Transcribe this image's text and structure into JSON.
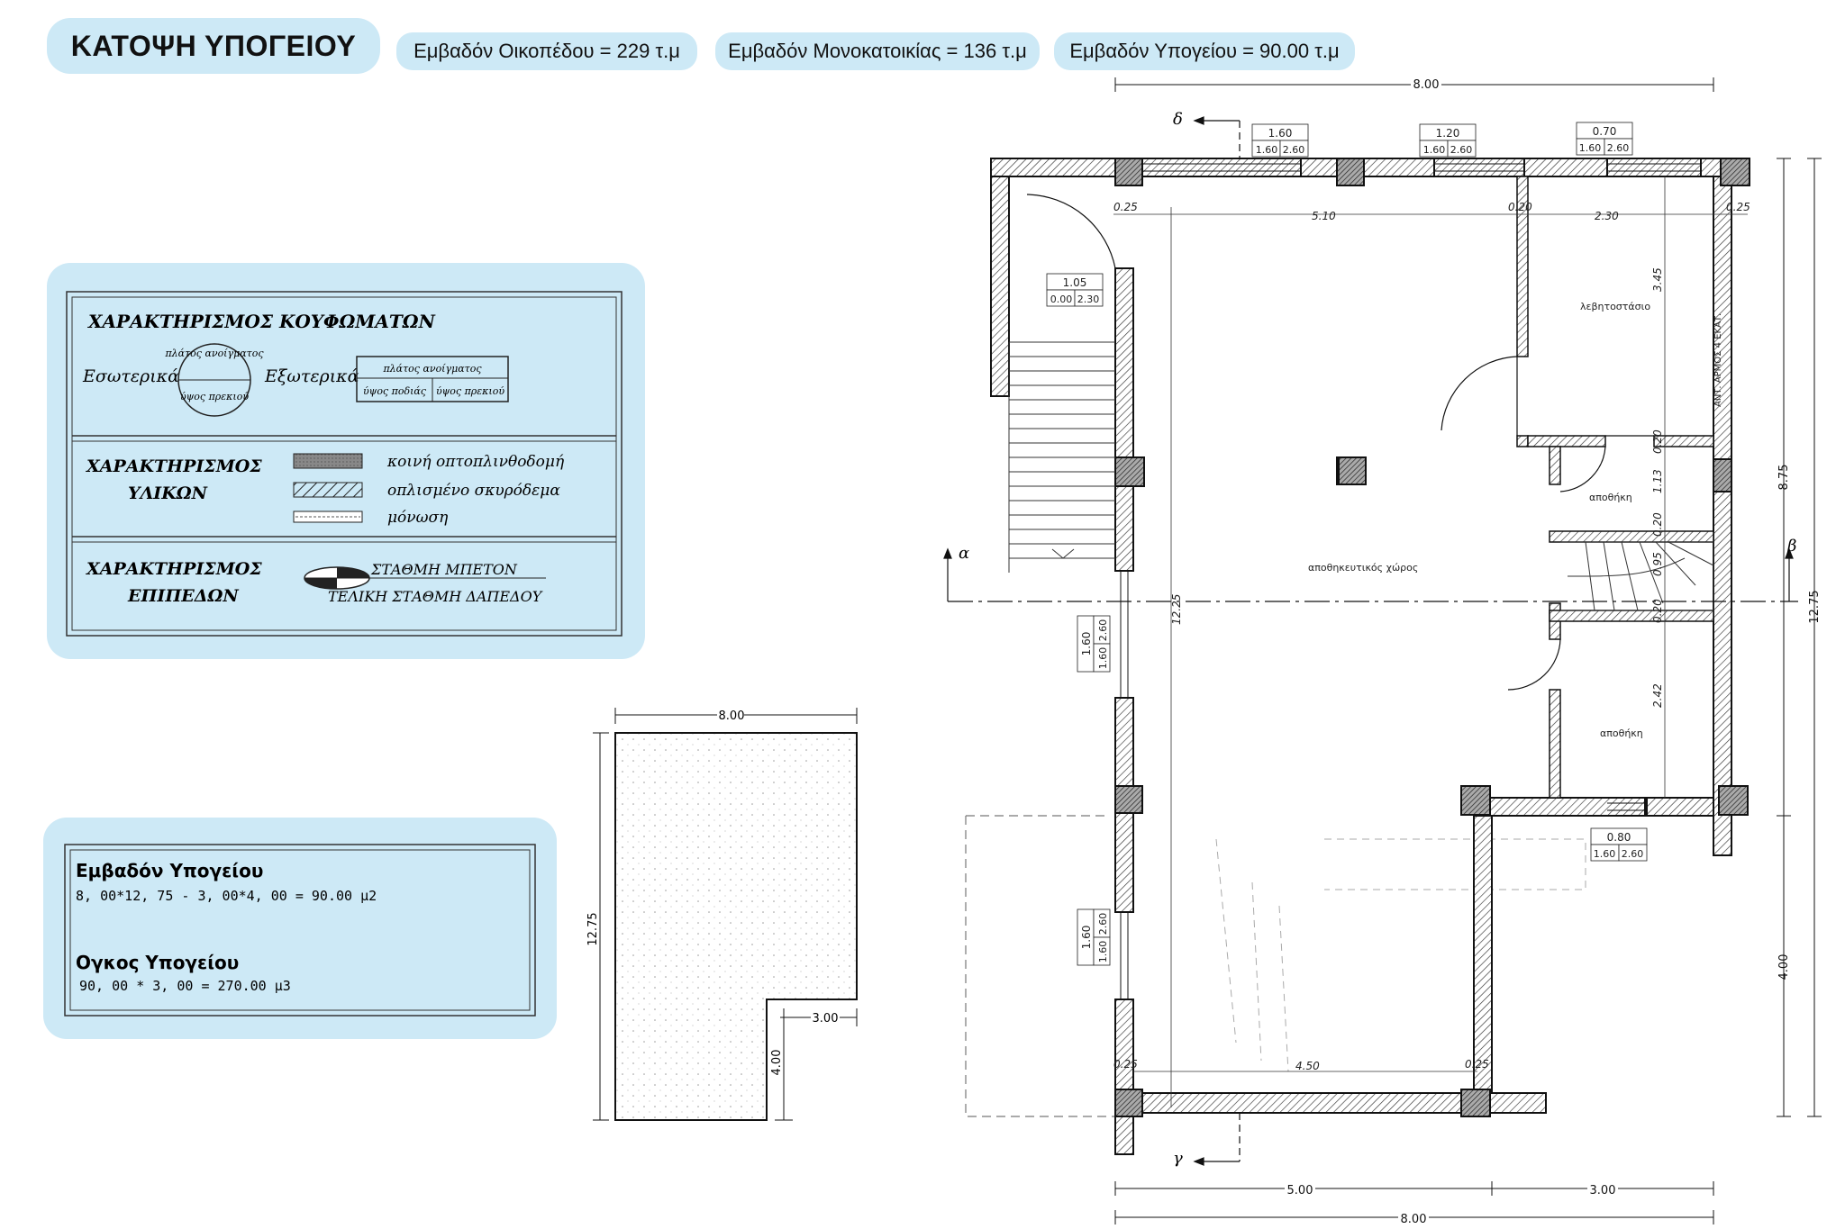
{
  "header": {
    "title": "ΚΑΤΟΨΗ ΥΠΟΓΕΙΟΥ",
    "plot_area": "Εμβαδόν Οικοπέδου = 229 τ.μ",
    "house_area": "Εμβαδόν Μονοκατοικίας = 136 τ.μ",
    "basement_area": "Εμβαδόν Υπογείου = 90.00 τ.μ"
  },
  "legend": {
    "openings": {
      "title": "ΧΑΡΑΚΤΗΡΙΣΜΟΣ ΚΟΥΦΩΜΑΤΩΝ",
      "inner_label": "Εσωτερικά",
      "outer_label": "Εξωτερικά",
      "circle_top": "πλάτος ανοίγματος",
      "circle_bottom": "ύψος πρεκιού",
      "table_top": "πλάτος ανοίγματος",
      "table_left": "ύψος ποδιάς",
      "table_right": "ύψος πρεκιού"
    },
    "materials": {
      "title_line1": "ΧΑΡΑΚΤΗΡΙΣΜΟΣ",
      "title_line2": "ΥΛΙΚΩΝ",
      "item1": "κοινή οπτοπλινθοδομή",
      "item2": "οπλισμένο σκυρόδεμα",
      "item3": "μόνωση"
    },
    "levels": {
      "title_line1": "ΧΑΡΑΚΤΗΡΙΣΜΟΣ",
      "title_line2": "ΕΠΙΠΕΔΩΝ",
      "item1": "ΣΤΑΘΜΗ ΜΠΕΤΟΝ",
      "item2": "ΤΕΛΙΚΗ ΣΤΑΘΜΗ ΔΑΠΕΔΟΥ"
    }
  },
  "calc": {
    "area_title": "Εμβαδόν Υπογείου",
    "area_formula": "8, 00*12, 75 - 3, 00*4, 00 = 90.00 μ2",
    "volume_title": "Ογκος Υπογείου",
    "volume_formula": "90, 00 * 3, 00 = 270.00 μ3"
  },
  "mini_plan": {
    "width": "8.00",
    "height": "12.75",
    "notch_width": "3.00",
    "notch_height": "4.00"
  },
  "plan": {
    "rooms": {
      "boiler": "λεβητοστάσιο",
      "storage1": "αποθήκη",
      "storage2": "αποθήκη",
      "main_storage": "αποθηκευτικός χώρος",
      "wall_note": "ΑΝΤ. ΑΡΜΟΣ 4 ΕΚΑΤ."
    },
    "section_labels": {
      "a": "α",
      "b": "β",
      "g": "γ",
      "d": "δ"
    },
    "dims": {
      "top_overall": "8.00",
      "bottom_overall": "8.00",
      "bottom_left": "5.00",
      "bottom_right": "3.00",
      "right_overall": "12.75",
      "right_upper": "8.75",
      "right_lower": "4.00",
      "int_0_25a": "0.25",
      "int_5_10": "5.10",
      "int_0_20": "0.20",
      "int_2_30": "2.30",
      "int_0_25b": "0.25",
      "int_12_25": "12.25",
      "int_4_50": "4.50",
      "int_0_25c": "0.25",
      "int_0_25d": "0.25",
      "v_3_45": "3.45",
      "v_0_20a": "0.20",
      "v_1_13": "1.13",
      "v_0_20b": "0.20",
      "v_0_95": "0.95",
      "v_0_20c": "0.20",
      "v_2_42": "2.42"
    },
    "windows": {
      "w1": {
        "width": "1.60",
        "sill": "1.60",
        "head": "2.60"
      },
      "w2": {
        "width": "1.20",
        "sill": "1.60",
        "head": "2.60"
      },
      "w3": {
        "width": "0.70",
        "sill": "1.60",
        "head": "2.60"
      },
      "w4": {
        "width": "1.05",
        "sill": "0.00",
        "head": "2.30"
      },
      "w5": {
        "width": "1.60",
        "sill": "1.60",
        "head": "2.60"
      },
      "w6": {
        "width": "1.60",
        "sill": "1.60",
        "head": "2.60"
      },
      "w7": {
        "width": "0.80",
        "sill": "1.60",
        "head": "2.60"
      }
    }
  },
  "colors": {
    "panel": "#cde9f6",
    "line": "#111111"
  }
}
